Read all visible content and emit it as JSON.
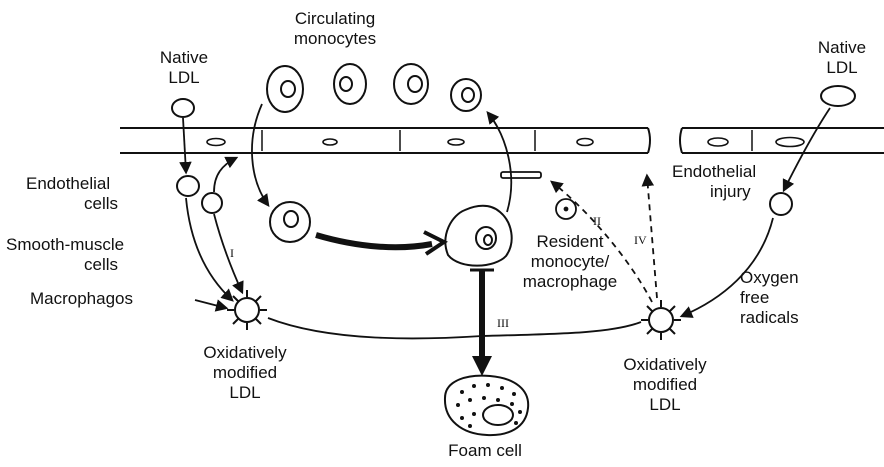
{
  "labels": {
    "circulating_monocytes": [
      "Circulating",
      "monocytes"
    ],
    "native_ldl_left": [
      "Native",
      "LDL"
    ],
    "native_ldl_right": [
      "Native",
      "LDL"
    ],
    "endothelial_cells": [
      "Endothelial",
      "cells"
    ],
    "smooth_muscle_cells": [
      "Smooth-muscle",
      "cells"
    ],
    "macrophages": "Macrophagos",
    "endothelial_injury": [
      "Endothelial",
      "injury"
    ],
    "oxygen_free_radicals": [
      "Oxygen",
      "free",
      "radicals"
    ],
    "resident_monocyte": [
      "Resident",
      "monocyte/",
      "macrophage"
    ],
    "ox_ldl_left": [
      "Oxidatively",
      "modified",
      "LDL"
    ],
    "ox_ldl_right": [
      "Oxidatively",
      "modified",
      "LDL"
    ],
    "foam_cell": "Foam cell"
  },
  "pathways": {
    "I": "I",
    "II": "II",
    "III": "III",
    "IV": "IV"
  }
}
